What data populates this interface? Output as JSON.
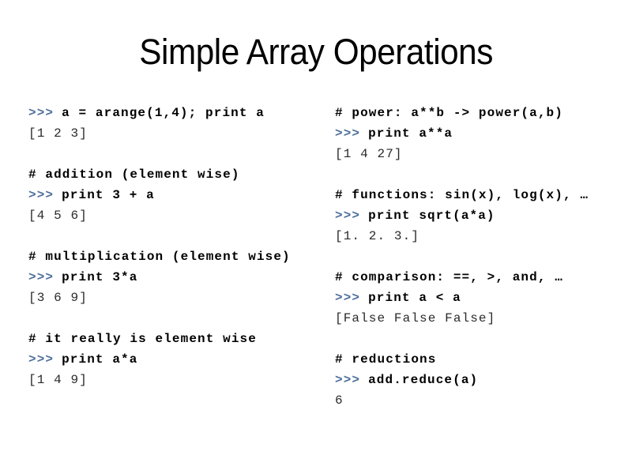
{
  "slide": {
    "title": "Simple Array Operations"
  },
  "colors": {
    "background": "#ffffff",
    "prompt": "#4d6e9b",
    "code": "#000000",
    "output": "#2a2a2a"
  },
  "columns": {
    "left": {
      "groups": [
        {
          "lines": [
            {
              "kind": "code",
              "prompt": ">>>",
              "text": "a = arange(1,4); print a"
            },
            {
              "kind": "output",
              "text": "[1 2 3]"
            }
          ]
        },
        {
          "lines": [
            {
              "kind": "comment",
              "text": "# addition (element wise)"
            },
            {
              "kind": "code",
              "prompt": ">>>",
              "text": "print 3 + a"
            },
            {
              "kind": "output",
              "text": "[4 5 6]"
            }
          ]
        },
        {
          "lines": [
            {
              "kind": "comment",
              "text": "# multiplication (element wise)"
            },
            {
              "kind": "code",
              "prompt": ">>>",
              "text": "print 3*a"
            },
            {
              "kind": "output",
              "text": "[3 6 9]"
            }
          ]
        },
        {
          "lines": [
            {
              "kind": "comment",
              "text": "# it really is element wise"
            },
            {
              "kind": "code",
              "prompt": ">>>",
              "text": "print a*a"
            },
            {
              "kind": "output",
              "text": "[1 4 9]"
            }
          ]
        }
      ]
    },
    "right": {
      "groups": [
        {
          "lines": [
            {
              "kind": "comment",
              "text": "# power: a**b -> power(a,b)"
            },
            {
              "kind": "code",
              "prompt": ">>>",
              "text": "print a**a"
            },
            {
              "kind": "output",
              "text": "[1 4 27]"
            }
          ]
        },
        {
          "lines": [
            {
              "kind": "comment",
              "text": "# functions: sin(x), log(x), …"
            },
            {
              "kind": "code",
              "prompt": ">>>",
              "text": "print sqrt(a*a)"
            },
            {
              "kind": "output",
              "text": "[1. 2. 3.]"
            }
          ]
        },
        {
          "lines": [
            {
              "kind": "comment",
              "text": "# comparison: ==, >, and, …"
            },
            {
              "kind": "code",
              "prompt": ">>>",
              "text": "print a < a"
            },
            {
              "kind": "output",
              "text": "[False False False]"
            }
          ]
        },
        {
          "lines": [
            {
              "kind": "comment",
              "text": "# reductions"
            },
            {
              "kind": "code",
              "prompt": ">>>",
              "text": "add.reduce(a)"
            },
            {
              "kind": "output",
              "text": "6"
            }
          ]
        }
      ]
    }
  }
}
